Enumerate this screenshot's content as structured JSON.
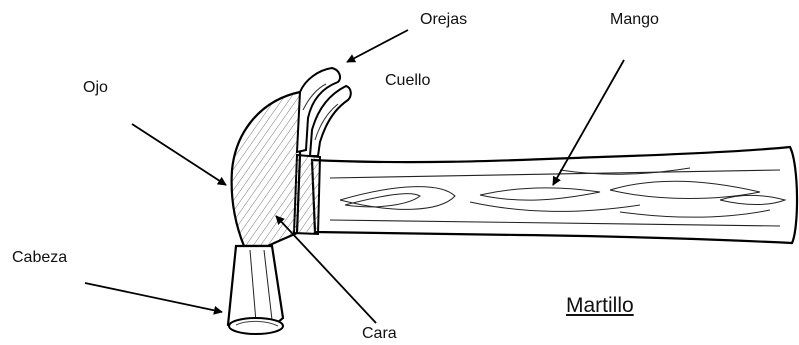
{
  "diagram": {
    "title": "Martillo",
    "labels": {
      "orejas": "Orejas",
      "mango": "Mango",
      "ojo": "Ojo",
      "cuello": "Cuello",
      "cabeza": "Cabeza",
      "cara": "Cara"
    }
  }
}
